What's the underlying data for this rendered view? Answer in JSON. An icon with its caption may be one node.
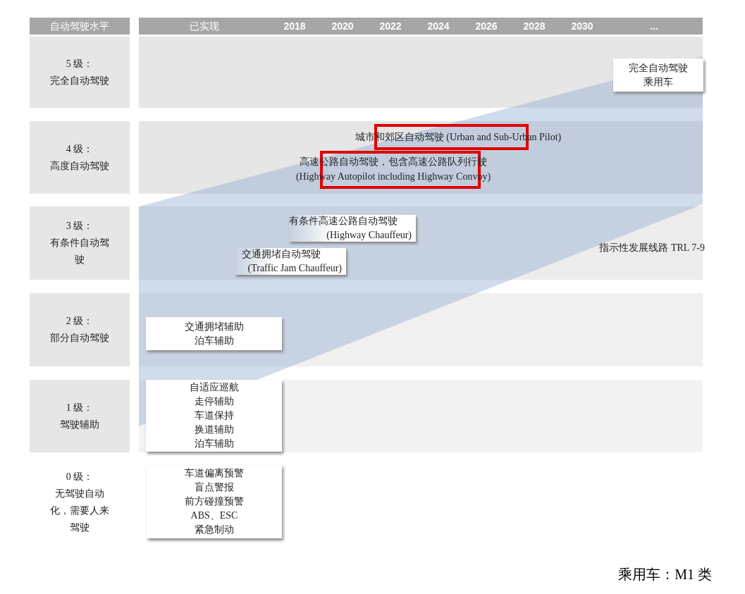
{
  "diagram": {
    "nodes": [
      {
        "text": [
          "自动驾驶水平"
        ]
      },
      {
        "text": [
          "已实现",
          "2018",
          "2020",
          "2022",
          "2024",
          "2026",
          "2028",
          "2030",
          "..."
        ]
      },
      {
        "text": [
          "5 级：",
          "完全自动驾驶"
        ]
      },
      {
        "text": [
          "4 级：",
          "高度自动驾驶"
        ]
      },
      {
        "text": [
          "3 级：",
          "有条件自动驾驶"
        ]
      },
      {
        "text": [
          "2 级：",
          "部分自动驾驶"
        ]
      },
      {
        "text": [
          "1 级：",
          "驾驶辅助"
        ]
      },
      {
        "text": [
          "0 级：",
          "无驾驶自动化，需要人来驾驶"
        ]
      },
      {
        "text": [
          "完全自动驾驶",
          "乘用车"
        ]
      },
      {
        "text": [
          "有条件高速公路自动驾驶",
          "(Highway Chauffeur)"
        ]
      },
      {
        "text": [
          "交通拥堵自动驾驶",
          "(Traffic Jam Chauffeur)"
        ]
      },
      {
        "text": [
          "交通拥堵辅助",
          "泊车辅助"
        ]
      },
      {
        "text": [
          "自适应巡航",
          "走停辅助",
          "车道保持",
          "换道辅助",
          "泊车辅助"
        ]
      },
      {
        "text": [
          "车道偏离预警",
          "盲点警报",
          "前方碰撞预警",
          "ABS、ESC",
          "紧急制动"
        ]
      }
    ],
    "labels": [
      "城市和郊区自动驾驶 (Urban and Sub-Urban Pilot)",
      "高速公路自动驾驶，包含高速公路队列行驶 (Highway Autopilot including Highway Convoy)",
      "指示性发展线路 TRL 7-9",
      "乘用车：M1 类"
    ]
  }
}
